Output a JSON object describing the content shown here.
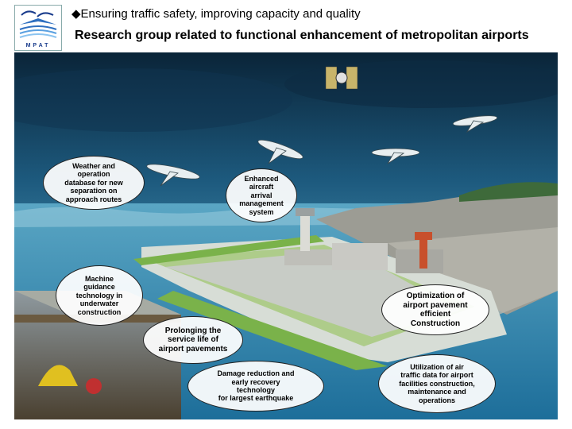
{
  "header": {
    "subtitle": "◆Ensuring traffic safety, improving capacity and quality",
    "title": "Research group related to functional enhancement of metropolitan airports",
    "logo_text": "MPAT"
  },
  "bubbles": {
    "weather": "Weather and\noperation\ndatabase for new\nseparation on\napproach routes",
    "arrival": "Enhanced\naircraft\narrival\nmanagement\nsystem",
    "machine": "Machine\nguidance\ntechnology in\nunderwater\nconstruction",
    "prolong": "Prolonging the\nservice life of\nairport pavements",
    "optimization": "Optimization of\nairport pavement\nefficient\nConstruction",
    "damage": "Damage reduction  and\nearly recovery\ntechnology\nfor largest  earthquake",
    "utilization": "Utilization of air\ntraffic data for airport\nfacilities construction,\nmaintenance and\noperations"
  }
}
